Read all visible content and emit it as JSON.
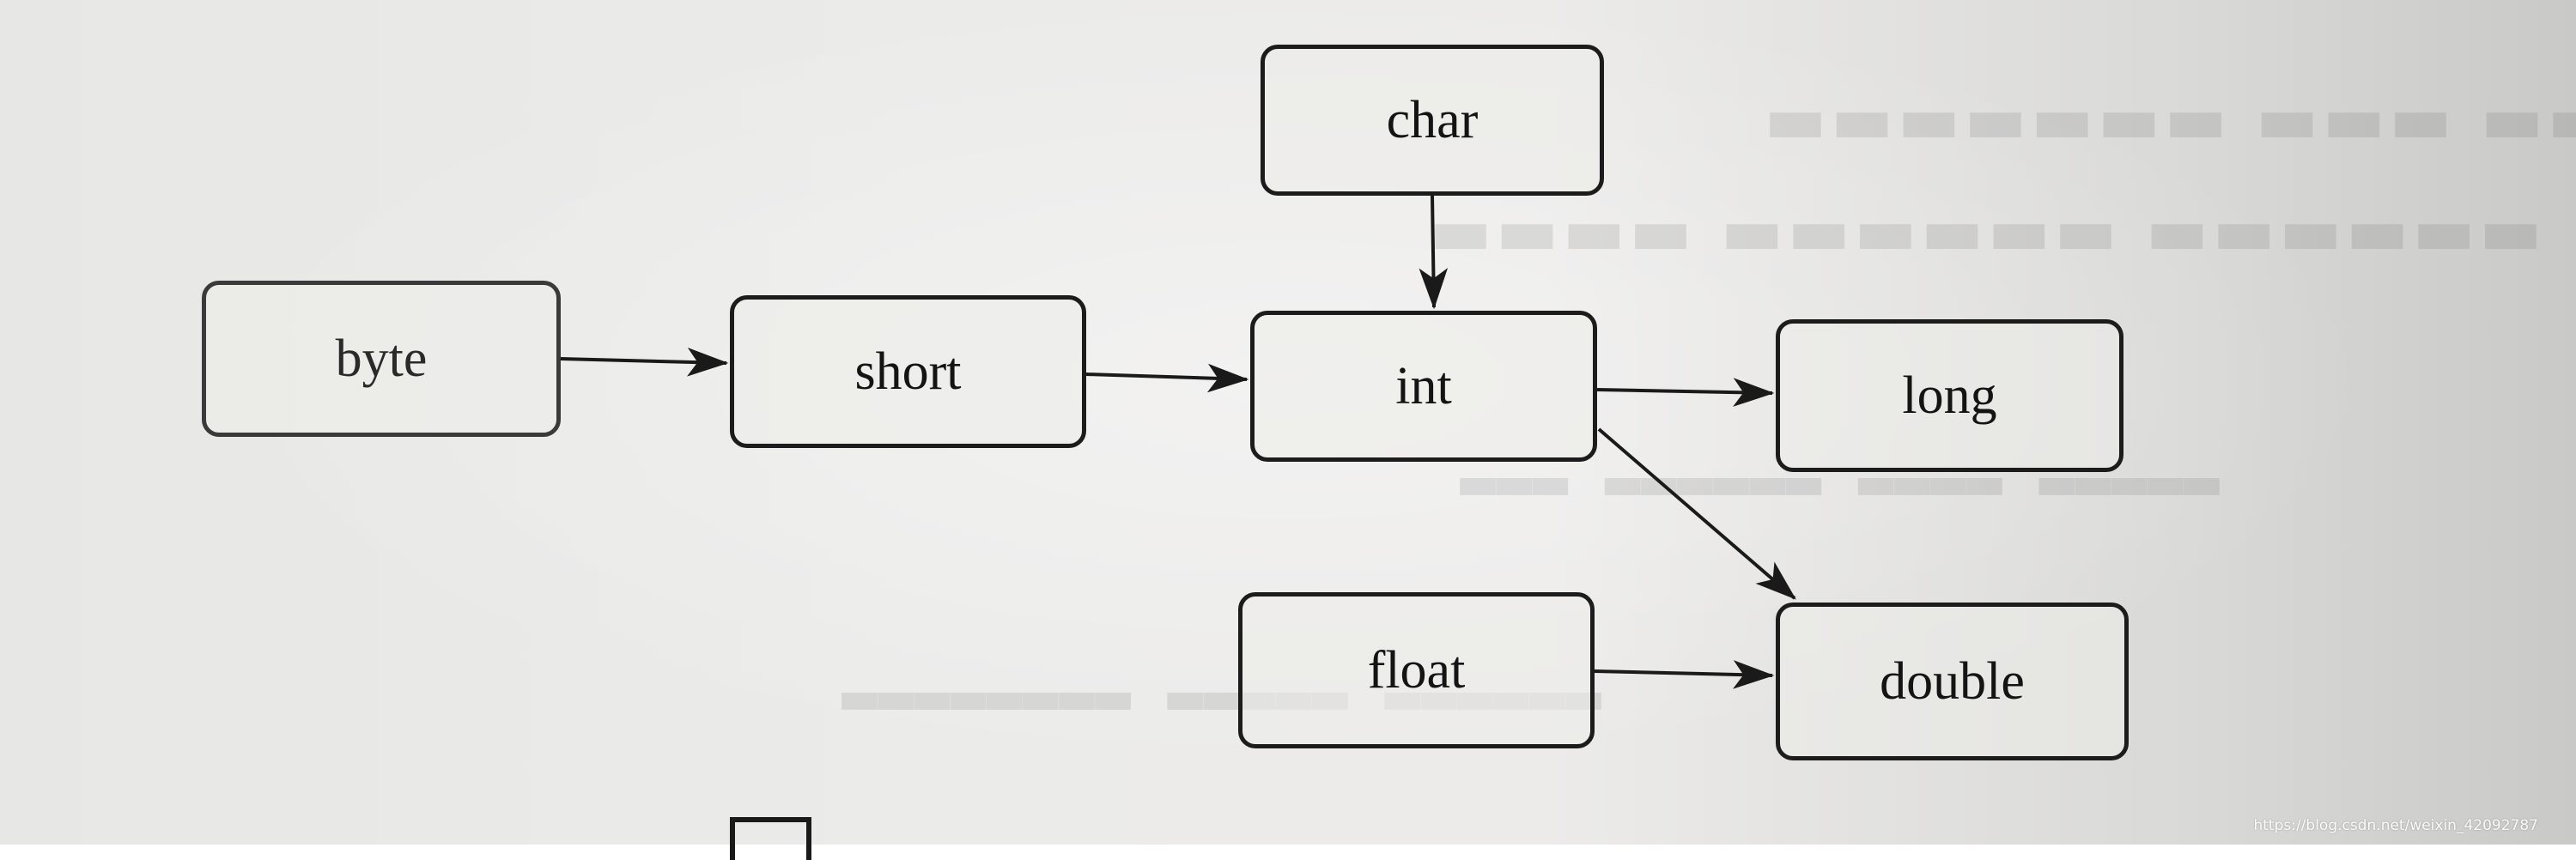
{
  "diagram": {
    "nodes": {
      "byte": "byte",
      "short": "short",
      "char": "char",
      "int": "int",
      "long": "long",
      "float": "float",
      "double": "double"
    },
    "edges": [
      {
        "from": "byte",
        "to": "short"
      },
      {
        "from": "short",
        "to": "int"
      },
      {
        "from": "char",
        "to": "int"
      },
      {
        "from": "int",
        "to": "long"
      },
      {
        "from": "int",
        "to": "double"
      },
      {
        "from": "float",
        "to": "double"
      }
    ]
  },
  "watermark": "https://blog.csdn.net/weixin_42092787"
}
